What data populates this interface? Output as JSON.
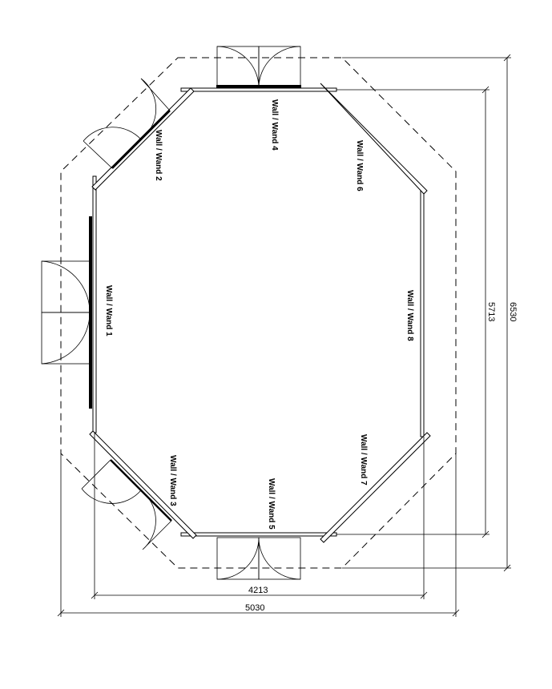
{
  "walls": [
    {
      "id": 1,
      "label": "Wall / Wand 1"
    },
    {
      "id": 2,
      "label": "Wall / Wand 2"
    },
    {
      "id": 3,
      "label": "Wall / Wand 3"
    },
    {
      "id": 4,
      "label": "Wall / Wand 4"
    },
    {
      "id": 5,
      "label": "Wall / Wand 5"
    },
    {
      "id": 6,
      "label": "Wall / Wand 6"
    },
    {
      "id": 7,
      "label": "Wall / Wand 7"
    },
    {
      "id": 8,
      "label": "Wall / Wand 8"
    }
  ],
  "dimensions": {
    "inner_width": "4213",
    "outer_width": "5030",
    "inner_height": "5713",
    "outer_height": "6530"
  },
  "colors": {
    "line": "#000000",
    "background": "#ffffff"
  }
}
